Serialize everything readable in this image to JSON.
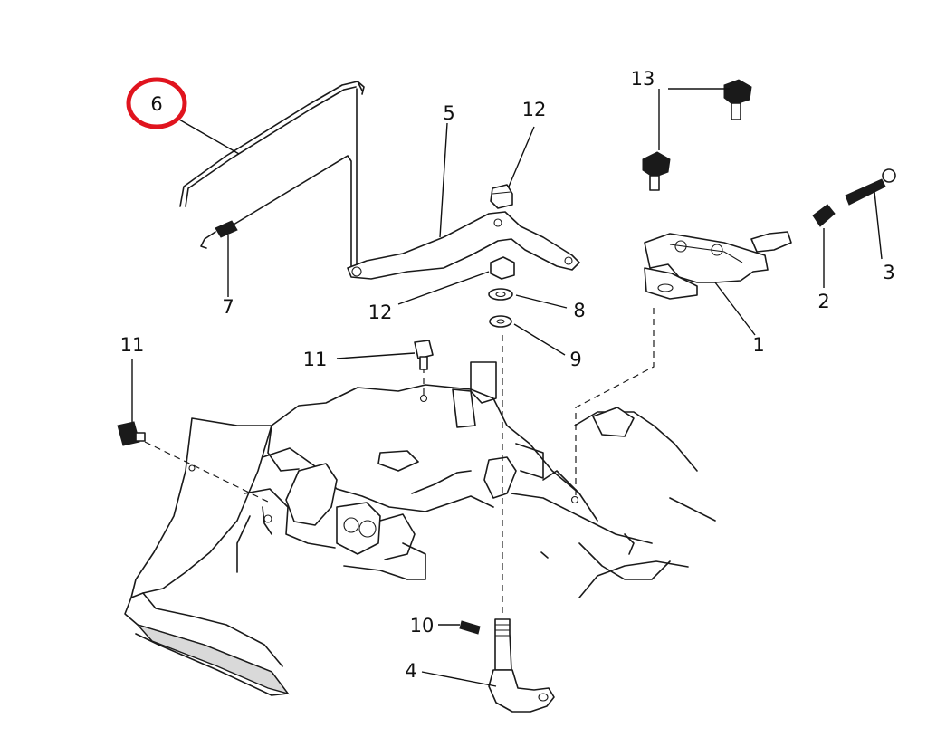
{
  "callouts": {
    "c1": "1",
    "c2": "2",
    "c3": "3",
    "c4": "4",
    "c5": "5",
    "c6": "6",
    "c7": "7",
    "c8": "8",
    "c9": "9",
    "c10": "10",
    "c11_left": "11",
    "c11_mid": "11",
    "c12_top": "12",
    "c12_bottom": "12",
    "c13": "13"
  },
  "colors": {
    "highlight_circle": "#e0141e",
    "linework": "#1a1a1a"
  }
}
